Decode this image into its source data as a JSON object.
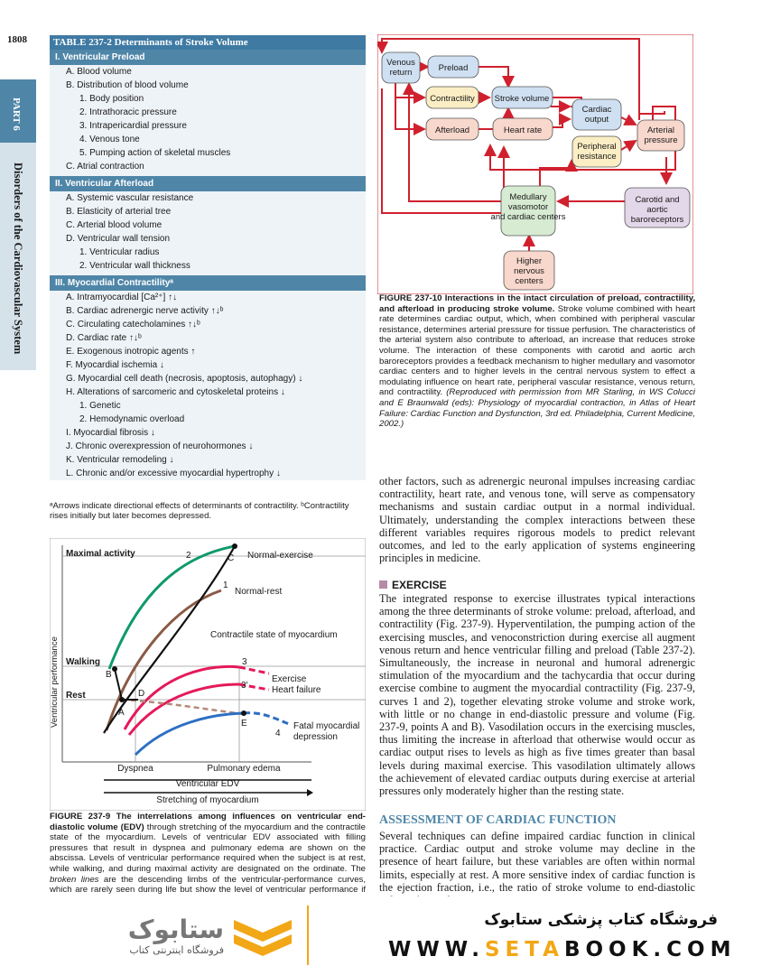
{
  "page_number": "1808",
  "sidebar": {
    "part": "PART 6",
    "title": "Disorders of the Cardiovascular System"
  },
  "table": {
    "title": "TABLE 237-2  Determinants of Stroke Volume",
    "sections": [
      {
        "heading": "I.  Ventricular Preload",
        "rows": [
          {
            "level": 1,
            "text": "A.  Blood volume"
          },
          {
            "level": 1,
            "text": "B.  Distribution of blood volume"
          },
          {
            "level": 2,
            "text": "1.  Body position"
          },
          {
            "level": 2,
            "text": "2.  Intrathoracic pressure"
          },
          {
            "level": 2,
            "text": "3.  Intrapericardial pressure"
          },
          {
            "level": 2,
            "text": "4.  Venous tone"
          },
          {
            "level": 2,
            "text": "5.  Pumping action of skeletal muscles"
          },
          {
            "level": 1,
            "text": "C.  Atrial contraction"
          }
        ]
      },
      {
        "heading": "II.  Ventricular Afterload",
        "rows": [
          {
            "level": 1,
            "text": "A.  Systemic vascular resistance"
          },
          {
            "level": 1,
            "text": "B.  Elasticity of arterial tree"
          },
          {
            "level": 1,
            "text": "C.  Arterial blood volume"
          },
          {
            "level": 1,
            "text": "D.  Ventricular wall tension"
          },
          {
            "level": 2,
            "text": "1.  Ventricular radius"
          },
          {
            "level": 2,
            "text": "2.  Ventricular wall thickness"
          }
        ]
      },
      {
        "heading": "III.  Myocardial Contractilityᵃ",
        "rows": [
          {
            "level": 1,
            "text": "A.  Intramyocardial [Ca²⁺] ↑↓"
          },
          {
            "level": 1,
            "text": "B.  Cardiac adrenergic nerve activity ↑↓ᵇ"
          },
          {
            "level": 1,
            "text": "C.  Circulating catecholamines ↑↓ᵇ"
          },
          {
            "level": 1,
            "text": "D.  Cardiac rate ↑↓ᵇ"
          },
          {
            "level": 1,
            "text": "E.  Exogenous inotropic agents ↑"
          },
          {
            "level": 1,
            "text": "F.  Myocardial ischemia ↓"
          },
          {
            "level": 1,
            "text": "G.  Myocardial cell death (necrosis, apoptosis, autophagy) ↓"
          },
          {
            "level": 1,
            "text": "H.  Alterations of sarcomeric and cytoskeletal proteins ↓"
          },
          {
            "level": 2,
            "text": "1.  Genetic"
          },
          {
            "level": 2,
            "text": "2.  Hemodynamic overload"
          },
          {
            "level": 1,
            "text": "I.  Myocardial fibrosis ↓"
          },
          {
            "level": 1,
            "text": "J.  Chronic overexpression of neurohormones ↓"
          },
          {
            "level": 1,
            "text": "K.  Ventricular remodeling ↓"
          },
          {
            "level": 1,
            "text": "L.  Chronic and/or excessive myocardial hypertrophy ↓"
          }
        ]
      }
    ],
    "footnote": "ᵃArrows indicate directional effects of determinants of contractility. ᵇContractility rises initially but later becomes depressed."
  },
  "diagram": {
    "nodes": {
      "venous_return": "Venous return",
      "preload": "Preload",
      "contractility": "Contractility",
      "stroke_volume": "Stroke volume",
      "afterload": "Afterload",
      "heart_rate": "Heart rate",
      "cardiac_output": "Cardiac output",
      "arterial_pressure": "Arterial pressure",
      "peripheral_resistance": "Peripheral resistance",
      "medullary": "Medullary vasomotor and cardiac centers",
      "baroreceptors": "Carotid and aortic baroreceptors",
      "higher_centers": "Higher nervous centers"
    },
    "colors": {
      "arrow": "#d0202e",
      "blue": "#cfe0f2",
      "green": "#d6ebd2",
      "pink": "#f8d7cc",
      "purple": "#e3d7ea",
      "yellow": "#fbeec4"
    }
  },
  "fig10_caption": {
    "label": "FIGURE 237-10",
    "bold": "Interactions in the intact circulation of preload, contractility, and afterload in producing stroke volume.",
    "text": " Stroke volume combined with heart rate determines cardiac output, which, when combined with peripheral vascular resistance, determines arterial pressure for tissue perfusion. The characteristics of the arterial system also contribute to afterload, an increase that reduces stroke volume. The interaction of these components with carotid and aortic arch baroreceptors provides a feedback mechanism to higher medullary and vasomotor cardiac centers and to higher levels in the central nervous system to effect a modulating influence on heart rate, peripheral vascular resistance, venous return, and contractility.",
    "credit": " (Reproduced with permission from MR Starling, in WS Colucci and E Braunwald (eds): Physiology of myocardial contraction, in Atlas of Heart Failure: Cardiac Function and Dysfunction, 3rd ed. Philadelphia, Current Medicine, 2002.)"
  },
  "chart": {
    "labels": {
      "maximal_activity": "Maximal activity",
      "walking": "Walking",
      "rest": "Rest",
      "ylabel": "Ventricular performance",
      "normal_exercise": "Normal-exercise",
      "normal_rest": "Normal-rest",
      "contractile_state": "Contractile state of myocardium",
      "exercise": "Exercise",
      "heart_failure": "Heart failure",
      "fatal1": "Fatal myocardial",
      "fatal2": "depression",
      "dyspnea": "Dyspnea",
      "pulmonary_edema": "Pulmonary edema",
      "xlabel": "Ventricular EDV",
      "xlabel2": "Stretching of myocardium",
      "pA": "A",
      "pB": "B",
      "pC": "C",
      "pD": "D",
      "pE": "E",
      "c1": "1",
      "c2": "2",
      "c3": "3",
      "c3p": "3′",
      "c4": "4"
    },
    "colors": {
      "c2": "#0f9a6a",
      "c1": "#8b5a45",
      "c3": "#e5195a",
      "c4": "#2d6fc3",
      "dashed": "#b48a78"
    }
  },
  "fig9_caption": {
    "label": "FIGURE 237-9",
    "bold": "The interrelations among influences on ventricular end-diastolic volume (EDV)",
    "text": " through stretching of the myocardium and the contractile state of the myocardium. Levels of ventricular EDV associated with filling pressures that result in dyspnea and pulmonary edema are shown on the abscissa. Levels of ventricular performance required when the subject is at rest, while walking, and during maximal activity are designated on the ordinate. The ",
    "italic": "broken lines",
    "text2": " are the descending limbs of the ventricular-performance curves, which are rarely seen during life but show the level of ventricular performance if end-diastolic volume could be elevated to very"
  },
  "right_text": {
    "para1": "other factors, such as adrenergic neuronal impulses increasing cardiac contractility, heart rate, and venous tone, will serve as compensatory mechanisms and sustain cardiac output in a normal individual. Ultimately, understanding the complex interactions between these different variables requires rigorous models to predict relevant outcomes, and led to the early application of systems engineering principles in medicine.",
    "exercise_heading": "EXERCISE",
    "para2": "The integrated response to exercise illustrates typical interactions among the three determinants of stroke volume: preload, afterload, and contractility (Fig. 237-9). Hyperventilation, the pumping action of the exercising muscles, and venoconstriction during exercise all augment venous return and hence ventricular filling and preload (Table 237-2). Simultaneously, the increase in neuronal and humoral adrenergic stimulation of the myocardium and the tachycardia that occur during exercise combine to augment the myocardial contractility (Fig. 237-9, curves 1 and 2), together elevating stroke volume and stroke work, with little or no change in end-diastolic pressure and volume (Fig. 237-9, points A and B). Vasodilation occurs in the exercising muscles, thus limiting the increase in afterload that otherwise would occur as cardiac output rises to levels as high as five times greater than basal levels during maximal exercise. This vasodilation ultimately allows the achievement of elevated cardiac outputs during exercise at arterial pressures only moderately higher than the resting state.",
    "assessment_heading": "ASSESSMENT OF CARDIAC FUNCTION",
    "para3": "Several techniques can define impaired cardiac function in clinical practice. Cardiac output and stroke volume may decline in the presence of heart failure, but these variables are often within normal limits, especially at rest. A more sensitive index of cardiac function is the ejection fraction, i.e., the ratio of stroke volume to end-diastolic volume (normal"
  },
  "watermark": {
    "store_fa": "فروشگاه کتاب پزشکی ستابوک",
    "url_pre": "WWW.",
    "url_seta": "SETA",
    "url_post": "BOOK.COM",
    "logo_sub": "فروشگاه اینترنتی کتاب",
    "logo_main": "ستابوک",
    "accent": "#f2a716"
  }
}
